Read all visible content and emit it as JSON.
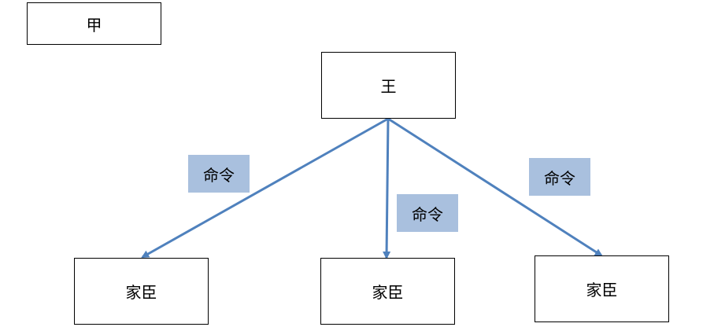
{
  "diagram": {
    "corner_label": "甲",
    "king": "王",
    "vassals": [
      "家臣",
      "家臣",
      "家臣"
    ],
    "commands": [
      "命令",
      "命令",
      "命令"
    ]
  },
  "colors": {
    "arrow": "#4f81bd",
    "label_fill": "#a9c0de",
    "box_border": "#000000"
  }
}
